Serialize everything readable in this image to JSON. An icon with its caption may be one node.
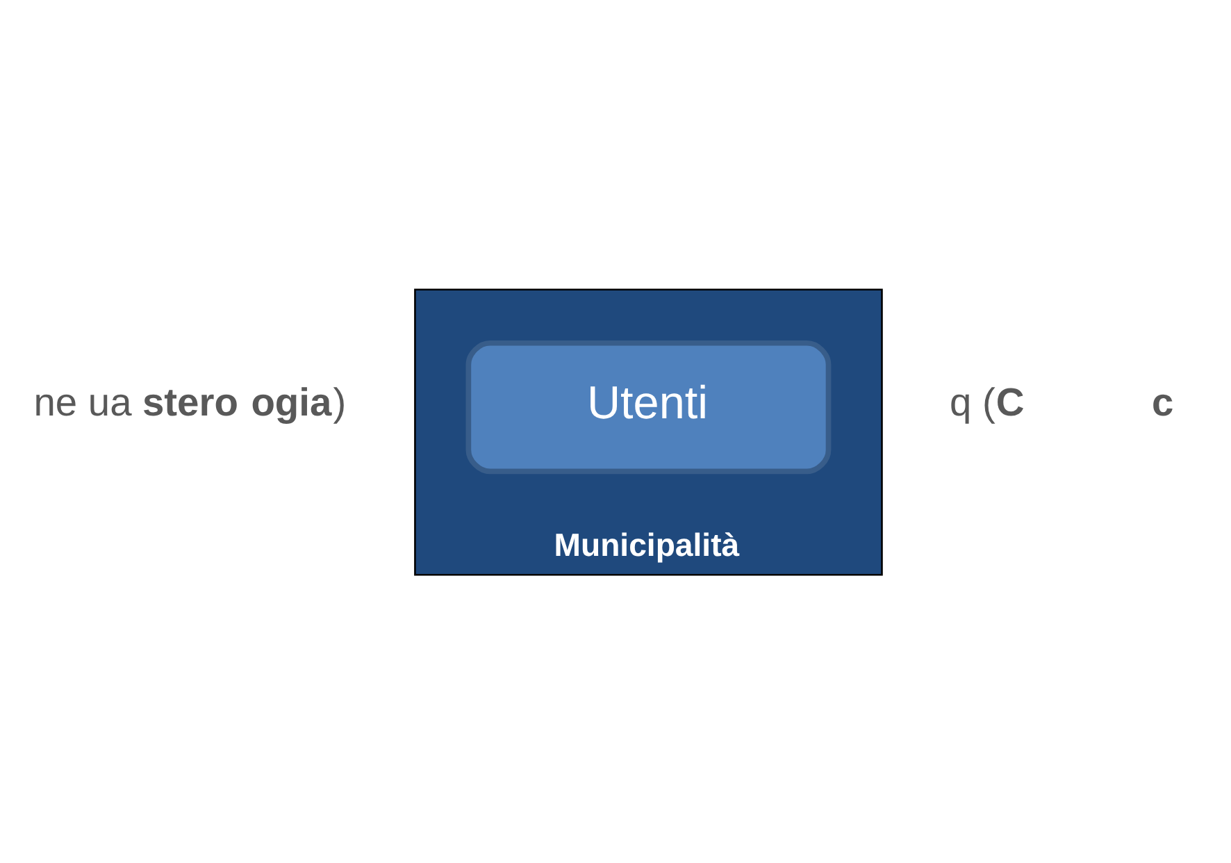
{
  "diagram": {
    "nodes": [
      {
        "text": [
          "Municipalità"
        ]
      },
      {
        "text": [
          "Utenti"
        ],
        "in": 0
      }
    ],
    "labels": [
      "ne ua **stero** **ogia**)",
      "q (**C**",
      "**c**"
    ]
  }
}
